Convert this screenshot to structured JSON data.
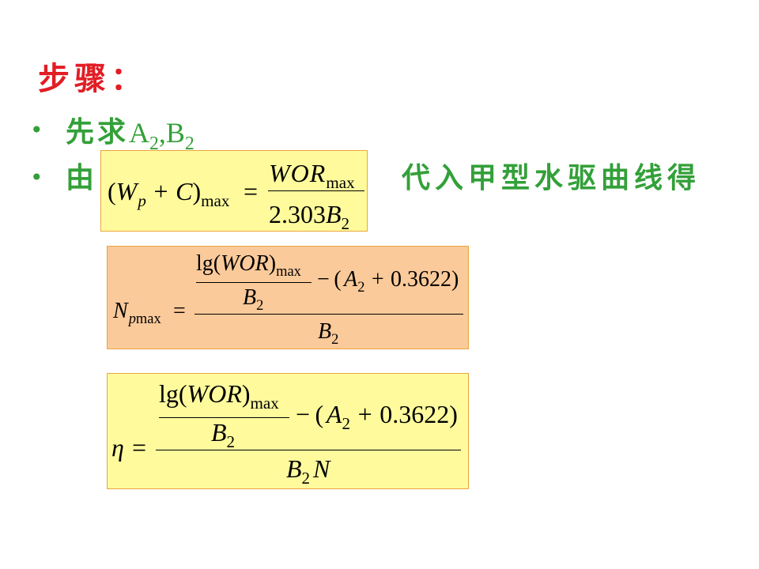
{
  "slide": {
    "title": "步骤：",
    "bullet_1": {
      "marker": "•",
      "text": "先求",
      "a": "A",
      "a_sub": "2",
      "separator": ",",
      "b": "B",
      "b_sub": "2"
    },
    "bullet_2": {
      "marker": "•",
      "text": "由",
      "text_after": "代入甲型水驱曲线得"
    }
  },
  "formula_1": {
    "open_paren": "(",
    "w": "W",
    "w_sub": "p",
    "plus": "+",
    "c": "C",
    "close_paren": ")",
    "lhs_sub": "max",
    "equals": "=",
    "numerator": "WOR",
    "numerator_sub": "max",
    "denominator_const": "2.303",
    "denominator_var": "B",
    "denominator_sub": "2"
  },
  "formula_2": {
    "lhs": "N",
    "lhs_sub_var": "p",
    "lhs_sub": "max",
    "equals": "=",
    "inner_numerator": {
      "func": "lg(",
      "var": "WOR",
      "close": ")",
      "sub": "max"
    },
    "inner_denominator": {
      "var": "B",
      "sub": "2"
    },
    "minus": "−",
    "open_paren": "(",
    "a": "A",
    "a_sub": "2",
    "plus": "+",
    "constant": "0.3622",
    "close_paren": ")",
    "denominator": {
      "var": "B",
      "sub": "2"
    }
  },
  "formula_3": {
    "lhs": "η",
    "equals": "=",
    "inner_numerator": {
      "func": "lg(",
      "var": "WOR",
      "close": ")",
      "sub": "max"
    },
    "inner_denominator": {
      "var": "B",
      "sub": "2"
    },
    "minus": "−",
    "open_paren": "(",
    "a": "A",
    "a_sub": "2",
    "plus": "+",
    "constant": "0.3622",
    "close_paren": ")",
    "denominator": {
      "var": "B",
      "sub": "2",
      "var_2": "N"
    }
  },
  "colors": {
    "title_red": "#e21d24",
    "body_green": "#33a039",
    "formula_text": "#000000",
    "box_yellow": "#fffb9d",
    "box_orange": "#fbca9a",
    "box_border": "#e9a53b"
  }
}
